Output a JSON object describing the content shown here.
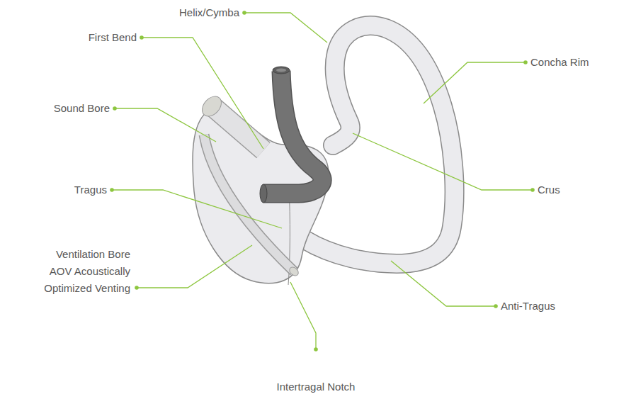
{
  "diagram": {
    "labels": [
      "Helix/Cymba",
      "First Bend",
      "Sound Bore",
      "Tragus",
      "Ventilation Bore AOV Acoustically Optimized Venting",
      "Intertragal Notch",
      "Anti-Tragus",
      "Crus",
      "Concha Rim"
    ]
  }
}
